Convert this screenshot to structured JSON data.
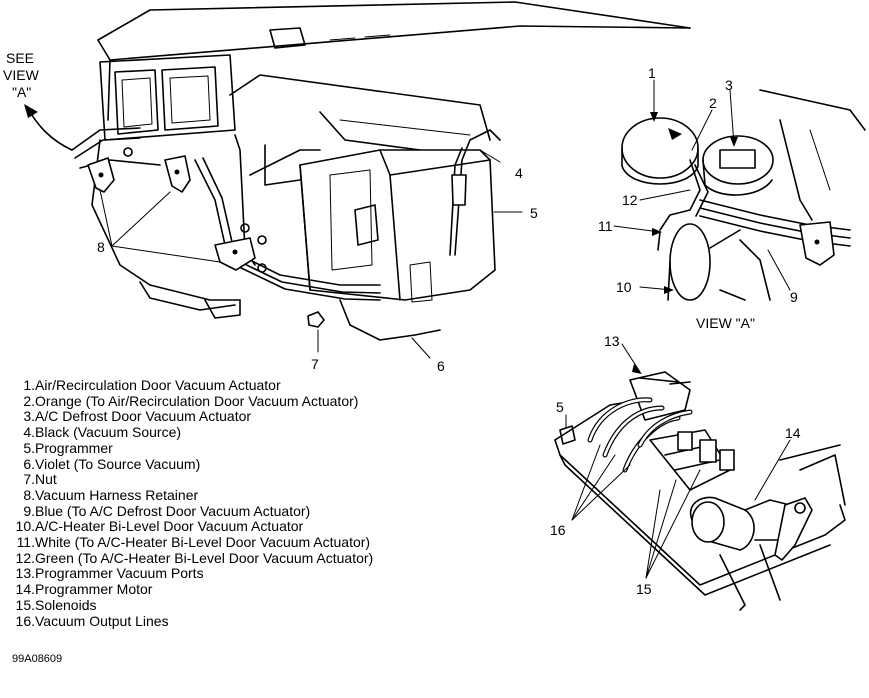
{
  "see_view": [
    "SEE",
    "VIEW",
    "\"A\""
  ],
  "view_title": "VIEW \"A\"",
  "callouts": {
    "main": [
      "4",
      "5",
      "6",
      "7",
      "8"
    ],
    "view_a": [
      "1",
      "2",
      "3",
      "9",
      "10",
      "11",
      "12"
    ],
    "programmer": [
      "13",
      "5",
      "14",
      "16",
      "15"
    ]
  },
  "legend": [
    {
      "num": "1.",
      "text": "Air/Recirculation Door Vacuum Actuator"
    },
    {
      "num": "2.",
      "text": "Orange (To Air/Recirculation Door Vacuum Actuator)"
    },
    {
      "num": "3.",
      "text": "A/C Defrost Door Vacuum Actuator"
    },
    {
      "num": "4.",
      "text": "Black (Vacuum Source)"
    },
    {
      "num": "5.",
      "text": "Programmer"
    },
    {
      "num": "6.",
      "text": "Violet (To Source Vacuum)"
    },
    {
      "num": "7.",
      "text": "Nut"
    },
    {
      "num": "8.",
      "text": "Vacuum Harness Retainer"
    },
    {
      "num": "9.",
      "text": "Blue (To A/C Defrost Door Vacuum Actuator)"
    },
    {
      "num": "10.",
      "text": "A/C-Heater Bi-Level Door Vacuum Actuator"
    },
    {
      "num": "11.",
      "text": "White (To A/C-Heater Bi-Level Door Vacuum Actuator)"
    },
    {
      "num": "12.",
      "text": "Green (To A/C-Heater Bi-Level Door Vacuum Actuator)"
    },
    {
      "num": "13.",
      "text": "Programmer Vacuum Ports"
    },
    {
      "num": "14.",
      "text": "Programmer Motor"
    },
    {
      "num": "15.",
      "text": "Solenoids"
    },
    {
      "num": "16.",
      "text": "Vacuum Output Lines"
    }
  ],
  "figure_id": "99A08609"
}
